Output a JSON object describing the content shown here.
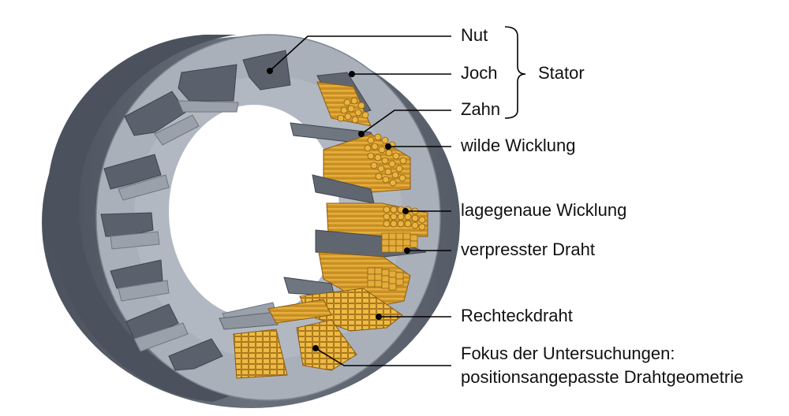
{
  "labels": {
    "nut": "Nut",
    "joch": "Joch",
    "zahn": "Zahn",
    "stator": "Stator",
    "wilde_wicklung": "wilde Wicklung",
    "lagegenaue_wicklung": "lagegenaue Wicklung",
    "verpresster_draht": "verpresster Draht",
    "rechteckdraht": "Rechteckdraht",
    "fokus_line1": "Fokus der Untersuchungen:",
    "fokus_line2": "positionsangepasste Drahtgeometrie"
  },
  "colors": {
    "stator_face": "#a9b0ba",
    "stator_outer": "#5d6471",
    "stator_dark": "#454b55",
    "copper": "#d9a12a",
    "copper_dark": "#a8711a",
    "copper_light": "#f0c24c",
    "leader": "#000000"
  }
}
